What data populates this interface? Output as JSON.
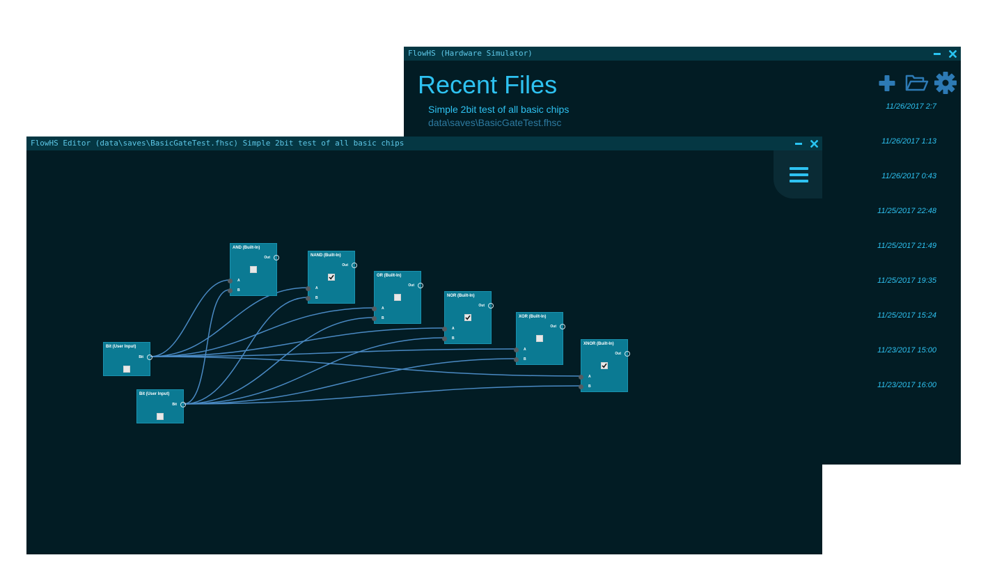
{
  "sim_window": {
    "title": "FlowHS (Hardware Simulator)",
    "heading": "Recent Files",
    "actions": [
      {
        "icon": "plus-icon",
        "label": "new"
      },
      {
        "icon": "folder-open-icon",
        "label": "open"
      },
      {
        "icon": "gear-icon",
        "label": "settings"
      }
    ],
    "files": [
      {
        "description": "Simple 2bit test of all basic chips",
        "path": "data\\saves\\BasicGateTest.fhsc",
        "date": "11/26/2017 2:7"
      },
      {
        "date": "11/26/2017 1:13"
      },
      {
        "date": "11/26/2017 0:43"
      },
      {
        "date": "11/25/2017 22:48"
      },
      {
        "date": "11/25/2017 21:49"
      },
      {
        "date": "11/25/2017 19:35"
      },
      {
        "date": "11/25/2017 15:24"
      },
      {
        "date": "11/23/2017 15:00"
      },
      {
        "date": "11/23/2017 16:00"
      }
    ]
  },
  "editor_window": {
    "title": "FlowHS Editor (data\\saves\\BasicGateTest.fhsc) Simple 2bit test of all basic chips",
    "menu_icon": "hamburger-menu-icon",
    "chips": [
      {
        "id": "bit1",
        "title": "Bit (User Input)",
        "pins_in": [],
        "pin_out": "Bit",
        "checked": false
      },
      {
        "id": "bit2",
        "title": "Bit (User Input)",
        "pins_in": [],
        "pin_out": "Bit",
        "checked": false
      },
      {
        "id": "and",
        "title": "AND (Built-In)",
        "pins_in": [
          "A",
          "B"
        ],
        "pin_out": "Out",
        "checked": false
      },
      {
        "id": "nand",
        "title": "NAND (Built-In)",
        "pins_in": [
          "A",
          "B"
        ],
        "pin_out": "Out",
        "checked": true
      },
      {
        "id": "or",
        "title": "OR (Built-In)",
        "pins_in": [
          "A",
          "B"
        ],
        "pin_out": "Out",
        "checked": false
      },
      {
        "id": "nor",
        "title": "NOR (Built-In)",
        "pins_in": [
          "A",
          "B"
        ],
        "pin_out": "Out",
        "checked": true
      },
      {
        "id": "xor",
        "title": "XOR (Built-In)",
        "pins_in": [
          "A",
          "B"
        ],
        "pin_out": "Out",
        "checked": false
      },
      {
        "id": "xnor",
        "title": "XNOR (Built-In)",
        "pins_in": [
          "A",
          "B"
        ],
        "pin_out": "Out",
        "checked": true
      }
    ],
    "wires": [
      {
        "from": "bit1",
        "to": "and",
        "pin": "A"
      },
      {
        "from": "bit1",
        "to": "nand",
        "pin": "A"
      },
      {
        "from": "bit1",
        "to": "or",
        "pin": "A"
      },
      {
        "from": "bit1",
        "to": "nor",
        "pin": "A"
      },
      {
        "from": "bit1",
        "to": "xor",
        "pin": "A"
      },
      {
        "from": "bit1",
        "to": "xnor",
        "pin": "A"
      },
      {
        "from": "bit2",
        "to": "and",
        "pin": "B"
      },
      {
        "from": "bit2",
        "to": "nand",
        "pin": "B"
      },
      {
        "from": "bit2",
        "to": "or",
        "pin": "B"
      },
      {
        "from": "bit2",
        "to": "nor",
        "pin": "B"
      },
      {
        "from": "bit2",
        "to": "xor",
        "pin": "B"
      },
      {
        "from": "bit2",
        "to": "xnor",
        "pin": "B"
      }
    ]
  },
  "colors": {
    "background": "#021c24",
    "titlebar": "#053743",
    "accent": "#2ec2f1",
    "chip": "#0b7a93",
    "wire": "#4a8ac4"
  }
}
